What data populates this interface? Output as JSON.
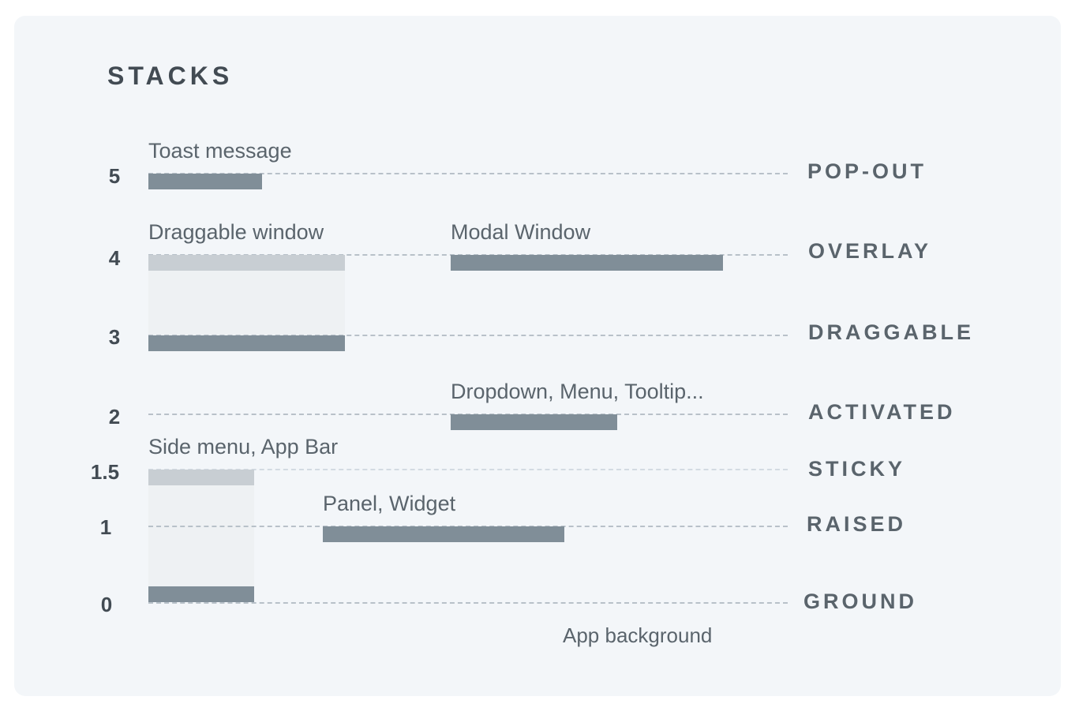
{
  "title": "STACKS",
  "levels": [
    {
      "value": "5",
      "name": "POP-OUT"
    },
    {
      "value": "4",
      "name": "OVERLAY"
    },
    {
      "value": "3",
      "name": "DRAGGABLE"
    },
    {
      "value": "2",
      "name": "ACTIVATED"
    },
    {
      "value": "1.5",
      "name": "STICKY"
    },
    {
      "value": "1",
      "name": "RAISED"
    },
    {
      "value": "0",
      "name": "GROUND"
    }
  ],
  "elements": {
    "toast": "Toast message",
    "draggable": "Draggable window",
    "modal": "Modal Window",
    "dropdown": "Dropdown, Menu, Tooltip...",
    "side_menu": "Side menu, App Bar",
    "panel": "Panel, Widget",
    "background": "App background"
  }
}
